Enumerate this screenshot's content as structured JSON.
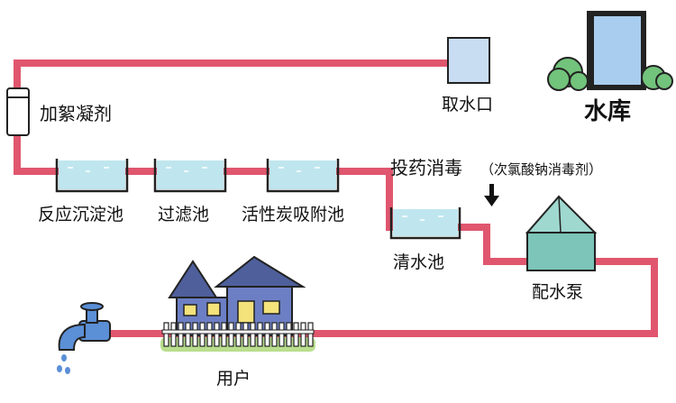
{
  "labels": {
    "coagulant": "加絮凝剂",
    "intake": "取水口",
    "reservoir": "水库",
    "sedimentation": "反应沉淀池",
    "filter": "过滤池",
    "carbon": "活性炭吸附池",
    "disinfect": "投药消毒",
    "disinfect_note": "（次氯酸钠消毒剂）",
    "clear_pool": "清水池",
    "pump": "配水泵",
    "user": "用户"
  },
  "colors": {
    "pipe": "#e0566e",
    "water": "#bfe6ee",
    "box": "#c9ddf2",
    "pump_body": "#7cc5b8",
    "house": "#6c7fc4"
  }
}
